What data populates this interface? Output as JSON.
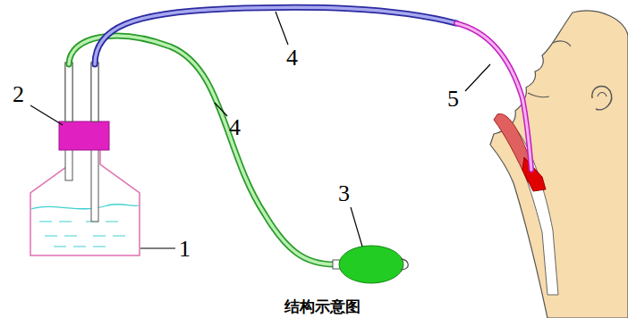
{
  "diagram": {
    "caption": "结构示意图",
    "labels": [
      "1",
      "2",
      "3",
      "4",
      "4",
      "5"
    ]
  }
}
